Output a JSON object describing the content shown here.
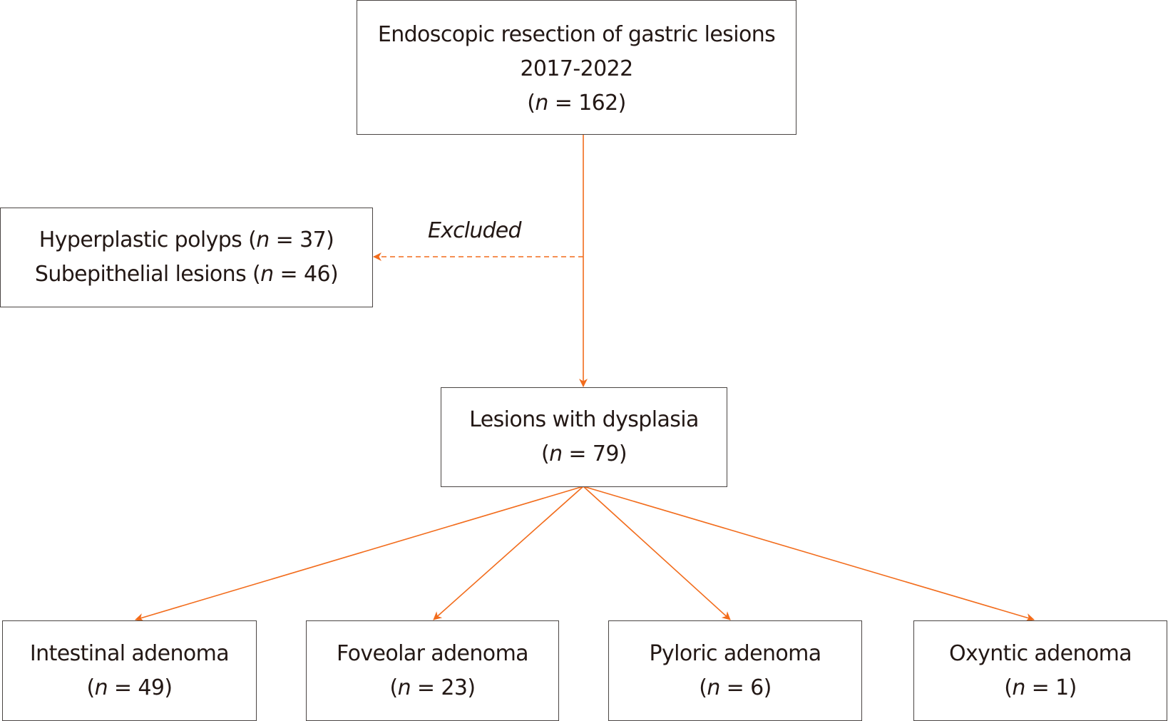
{
  "diagram": {
    "type": "flowchart",
    "accent_color": "#f26c1c",
    "border_color": "#4a4543",
    "text_color": "#231815",
    "top": {
      "title": "Endoscopic resection of gastric lesions",
      "period": "2017-2022",
      "n_label": "n",
      "n_value": "162"
    },
    "excluded": {
      "edge_label": "Excluded",
      "items": [
        {
          "label": "Hyperplastic polyps",
          "n_label": "n",
          "n_value": "37"
        },
        {
          "label": "Subepithelial lesions",
          "n_label": "n",
          "n_value": "46"
        }
      ]
    },
    "middle": {
      "title": "Lesions with dysplasia",
      "n_label": "n",
      "n_value": "79"
    },
    "outcomes": [
      {
        "title": "Intestinal adenoma",
        "n_label": "n",
        "n_value": "49"
      },
      {
        "title": "Foveolar adenoma",
        "n_label": "n",
        "n_value": "23"
      },
      {
        "title": "Pyloric adenoma",
        "n_label": "n",
        "n_value": "6"
      },
      {
        "title": "Oxyntic adenoma",
        "n_label": "n",
        "n_value": "1"
      }
    ]
  }
}
